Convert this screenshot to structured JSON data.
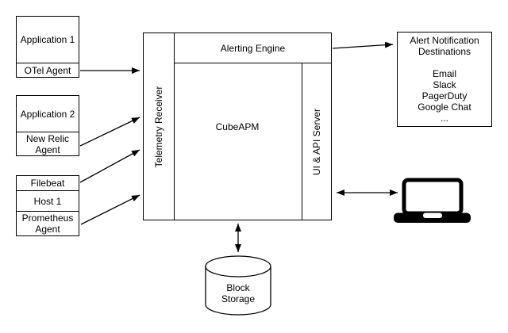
{
  "colors": {
    "stroke": "#000000",
    "background": "#ffffff",
    "text": "#000000"
  },
  "nodes": {
    "application1": {
      "title": "Application 1",
      "agent": "OTel Agent"
    },
    "application2": {
      "title": "Application 2",
      "agent": "New Relic\nAgent"
    },
    "host1": {
      "top_agent": "Filebeat",
      "title": "Host 1",
      "bottom_agent": "Prometheus\nAgent"
    },
    "cubeapm": {
      "label": "CubeAPM",
      "telemetry_receiver": "Telemetry Receiver",
      "alerting_engine": "Alerting Engine",
      "ui_api_server": "UI & API Server"
    },
    "alert_destinations": {
      "title": "Alert Notification\nDestinations",
      "items": [
        "Email",
        "Slack",
        "PagerDuty",
        "Google Chat",
        "..."
      ]
    },
    "block_storage": {
      "label": "Block\nStorage",
      "icon": "database-cylinder-icon"
    },
    "client": {
      "icon": "laptop-icon"
    }
  }
}
